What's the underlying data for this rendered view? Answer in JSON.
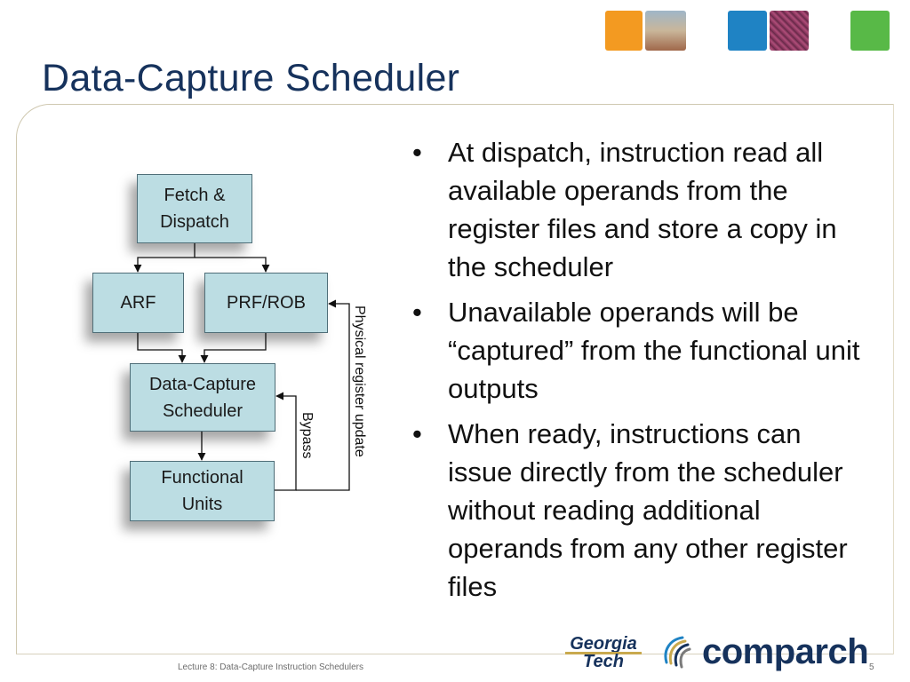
{
  "slide": {
    "title": "Data-Capture Scheduler",
    "page_number": "5",
    "footer": "Lecture 8: Data-Capture Instruction Schedulers"
  },
  "colors": {
    "title": "#16325c",
    "box_fill": "#bcdde3",
    "box_border": "#4f6e78",
    "deco_orange": "#f39a21",
    "deco_blue": "#1f83c4",
    "deco_green": "#58b947"
  },
  "diagram": {
    "boxes": {
      "fetch_dispatch": "Fetch &\nDispatch",
      "arf": "ARF",
      "prf_rob": "PRF/ROB",
      "scheduler": "Data-Capture\nScheduler",
      "functional_units": "Functional\nUnits"
    },
    "labels": {
      "physical_register_update": "Physical register update",
      "bypass": "Bypass"
    }
  },
  "bullets": [
    "At dispatch, instruction read all available operands from the register files and store a copy in the scheduler",
    "Unavailable operands will be “captured” from the functional unit outputs",
    "When ready, instructions can issue directly from the scheduler without reading additional operands from any other register files"
  ],
  "logos": {
    "georgia_tech_line1": "Georgia",
    "georgia_tech_line2": "Tech",
    "comparch": "comparch",
    "gt_icon": "gt-swirl-icon"
  }
}
